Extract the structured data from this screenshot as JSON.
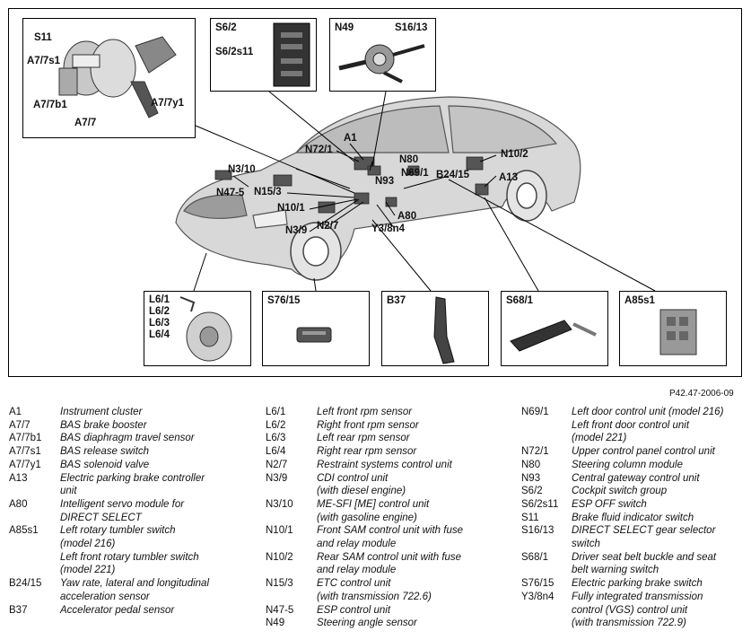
{
  "diagram_code": "P42.47-2006-09",
  "callouts": {
    "s11": "S11",
    "a77s1": "A7/7s1",
    "a77b1": "A7/7b1",
    "a77": "A7/7",
    "a77y1": "A7/7y1",
    "s62": "S6/2",
    "s62s11": "S6/2s11",
    "n49": "N49",
    "s1613": "S16/13",
    "n721": "N72/1",
    "a1": "A1",
    "n80": "N80",
    "n691": "N69/1",
    "n93": "N93",
    "n310": "N3/10",
    "n475": "N47-5",
    "n153": "N15/3",
    "n101": "N10/1",
    "n39": "N3/9",
    "n27": "N2/7",
    "a80": "A80",
    "y38n4": "Y3/8n4",
    "b2415": "B24/15",
    "n102": "N10/2",
    "a13": "A13",
    "l61": "L6/1",
    "l62": "L6/2",
    "l63": "L6/3",
    "l64": "L6/4",
    "s7615": "S76/15",
    "b37": "B37",
    "s681": "S68/1",
    "a85s1": "A85s1"
  },
  "legend": {
    "col1": [
      {
        "code": "A1",
        "desc": "Instrument cluster"
      },
      {
        "code": "A7/7",
        "desc": "BAS brake booster"
      },
      {
        "code": "A7/7b1",
        "desc": "BAS diaphragm travel sensor"
      },
      {
        "code": "A7/7s1",
        "desc": "BAS release switch"
      },
      {
        "code": "A7/7y1",
        "desc": "BAS solenoid valve"
      },
      {
        "code": "A13",
        "desc": "Electric parking brake controller\nunit"
      },
      {
        "code": "A80",
        "desc": "Intelligent servo module for\nDIRECT SELECT"
      },
      {
        "code": "A85s1",
        "desc": "Left rotary tumbler switch\n(model 216)\nLeft front rotary tumbler switch\n(model 221)"
      },
      {
        "code": "B24/15",
        "desc": "Yaw rate, lateral and longitudinal\nacceleration sensor"
      },
      {
        "code": "B37",
        "desc": "Accelerator pedal sensor"
      }
    ],
    "col2": [
      {
        "code": "L6/1",
        "desc": "Left front rpm sensor"
      },
      {
        "code": "L6/2",
        "desc": "Right front rpm sensor"
      },
      {
        "code": "L6/3",
        "desc": "Left rear rpm sensor"
      },
      {
        "code": "L6/4",
        "desc": "Right rear rpm sensor"
      },
      {
        "code": "N2/7",
        "desc": "Restraint systems control unit"
      },
      {
        "code": "N3/9",
        "desc": "CDI control unit\n(with diesel engine)"
      },
      {
        "code": "N3/10",
        "desc": "ME-SFI [ME] control unit\n(with gasoline engine)"
      },
      {
        "code": "N10/1",
        "desc": "Front SAM control unit with fuse\nand relay module"
      },
      {
        "code": "N10/2",
        "desc": "Rear SAM control unit with fuse\nand relay module"
      },
      {
        "code": "N15/3",
        "desc": "ETC control unit\n(with transmission 722.6)"
      },
      {
        "code": "N47-5",
        "desc": "ESP control unit"
      },
      {
        "code": "N49",
        "desc": "Steering angle sensor"
      }
    ],
    "col3": [
      {
        "code": "N69/1",
        "desc": "Left door control unit (model 216)\nLeft front door control unit\n(model 221)"
      },
      {
        "code": "N72/1",
        "desc": "Upper control panel control unit"
      },
      {
        "code": "N80",
        "desc": "Steering column module"
      },
      {
        "code": "N93",
        "desc": "Central gateway control unit"
      },
      {
        "code": "S6/2",
        "desc": "Cockpit switch group"
      },
      {
        "code": "S6/2s11",
        "desc": "ESP OFF switch"
      },
      {
        "code": "S11",
        "desc": "Brake fluid indicator switch"
      },
      {
        "code": "S16/13",
        "desc": "DIRECT SELECT gear selector\nswitch"
      },
      {
        "code": "S68/1",
        "desc": "Driver seat belt buckle and seat\nbelt warning switch"
      },
      {
        "code": "S76/15",
        "desc": "Electric parking brake switch"
      },
      {
        "code": "Y3/8n4",
        "desc": "Fully integrated transmission\ncontrol (VGS) control unit\n(with transmission 722.9)"
      }
    ]
  }
}
